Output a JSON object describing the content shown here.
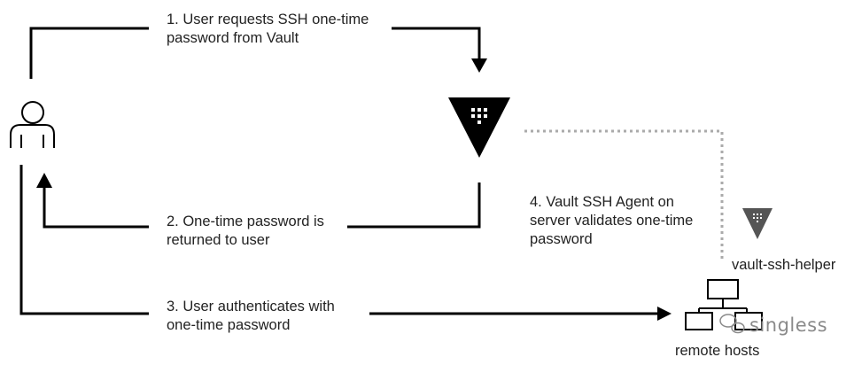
{
  "steps": {
    "step1": {
      "line1": "1. User requests SSH one-time",
      "line2": "password from Vault"
    },
    "step2": {
      "line1": "2. One-time password is",
      "line2": "returned to user"
    },
    "step3": {
      "line1": "3. User authenticates with",
      "line2": "one-time password"
    },
    "step4": {
      "line1": "4. Vault SSH Agent on",
      "line2": "server validates one-time",
      "line3": "password"
    }
  },
  "nodes": {
    "user": {
      "icon": "user-icon"
    },
    "vault": {
      "icon": "vault-logo-icon"
    },
    "helper": {
      "icon": "vault-logo-icon",
      "label": "vault-ssh-helper"
    },
    "remote_hosts": {
      "icon": "server-network-icon",
      "label": "remote hosts"
    }
  },
  "watermark": {
    "text": "singless",
    "icon": "wechat-icon"
  },
  "colors": {
    "line": "#000000",
    "dotted": "#aaaaaa",
    "helper_logo": "#555555",
    "text": "#222222"
  }
}
